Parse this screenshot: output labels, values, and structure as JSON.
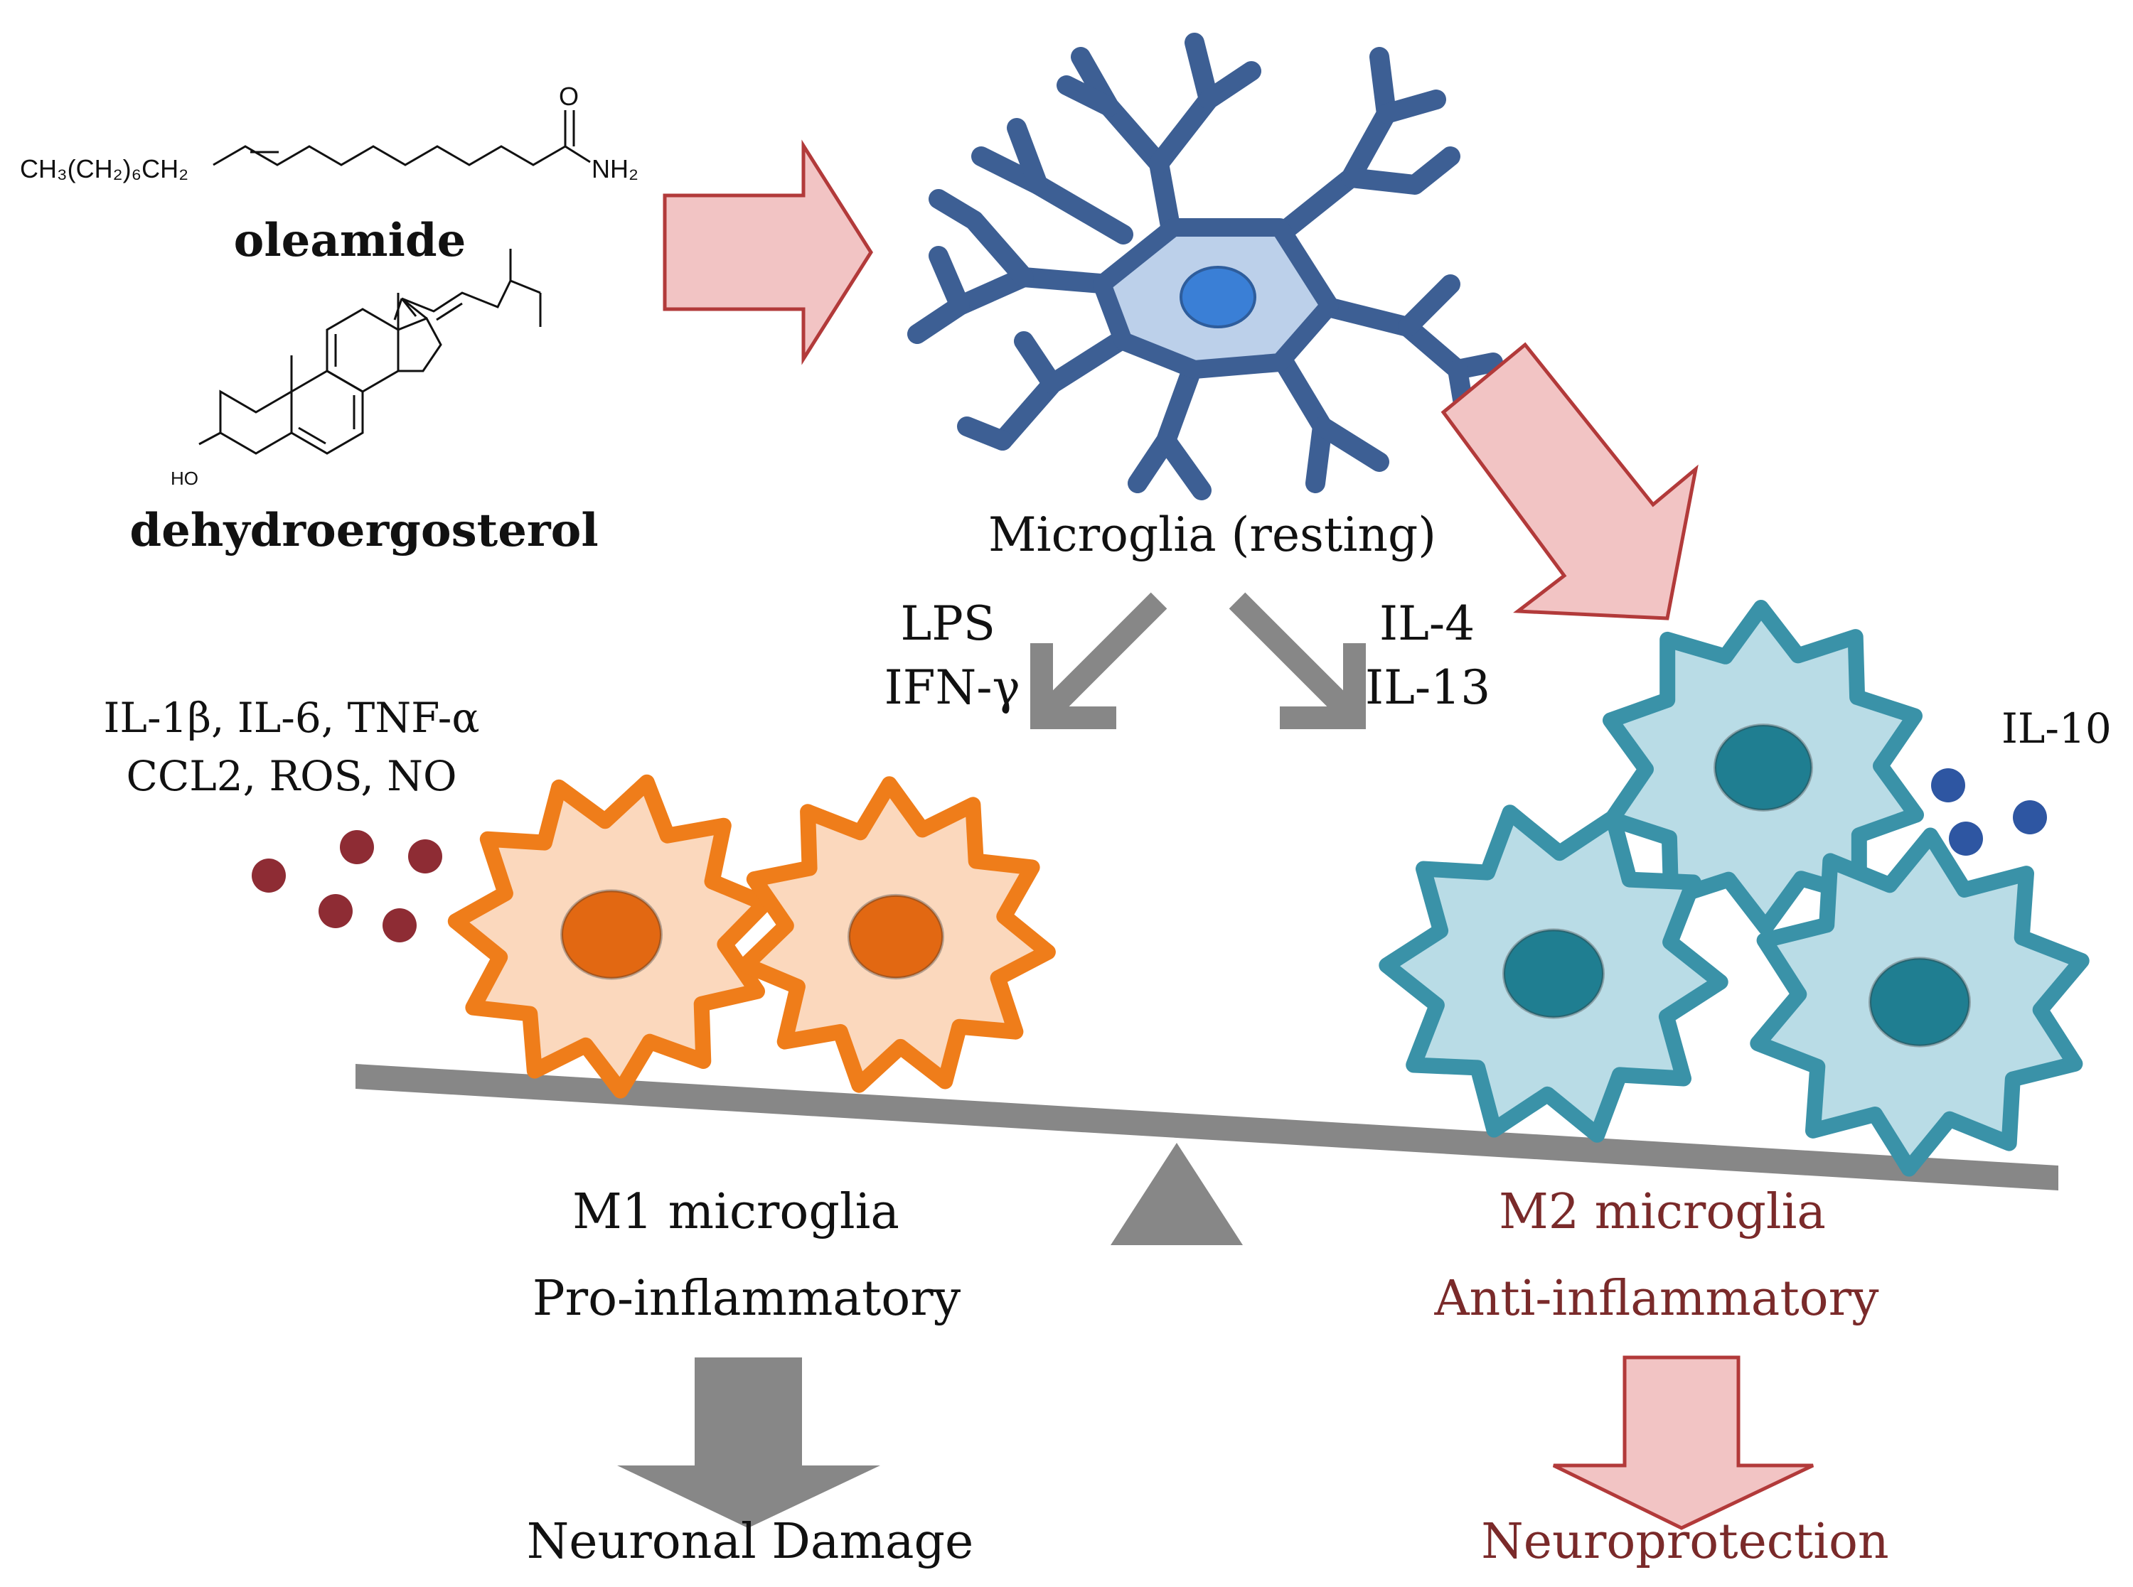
{
  "compounds": {
    "oleamide": {
      "formula_prefix": "CH₃(CH₂)₆CH₂",
      "carbonyl_o": "O",
      "amide_n": "NH₂",
      "name": "oleamide"
    },
    "dehydroergosterol": {
      "ho_label": "HO",
      "name": "dehydroergosterol"
    }
  },
  "center": {
    "label": "Microglia (resting)",
    "left_stimuli": [
      "LPS",
      "IFN-γ"
    ],
    "right_stimuli": [
      "IL-4",
      "IL-13"
    ]
  },
  "m1": {
    "secreted": [
      "IL-1β, IL-6, TNF-α",
      "CCL2, ROS, NO"
    ],
    "title": "M1 microglia",
    "subtitle": "Pro-inflammatory",
    "outcome": "Neuronal Damage"
  },
  "m2": {
    "secreted": "IL-10",
    "title": "M2 microglia",
    "subtitle": "Anti-inflammatory",
    "outcome": "Neuroprotection"
  },
  "colors": {
    "pink_arrow_fill": "#f2c4c4",
    "pink_arrow_stroke": "#b23a3a",
    "resting_microglia": "#3d5f94",
    "resting_body": "#bcd0ea",
    "resting_nucleus": "#3a7fd6",
    "m1_outline": "#ef7d1a",
    "m1_body": "#fbd8bd",
    "m1_nucleus": "#e26812",
    "m2_outline": "#3a92a8",
    "m2_body": "#b9dce6",
    "m2_nucleus": "#1f7e91",
    "m1_dots": "#8e2c34",
    "m2_dots": "#2e56a2",
    "gray": "#878787",
    "m2_text": "#7a2a2a"
  }
}
